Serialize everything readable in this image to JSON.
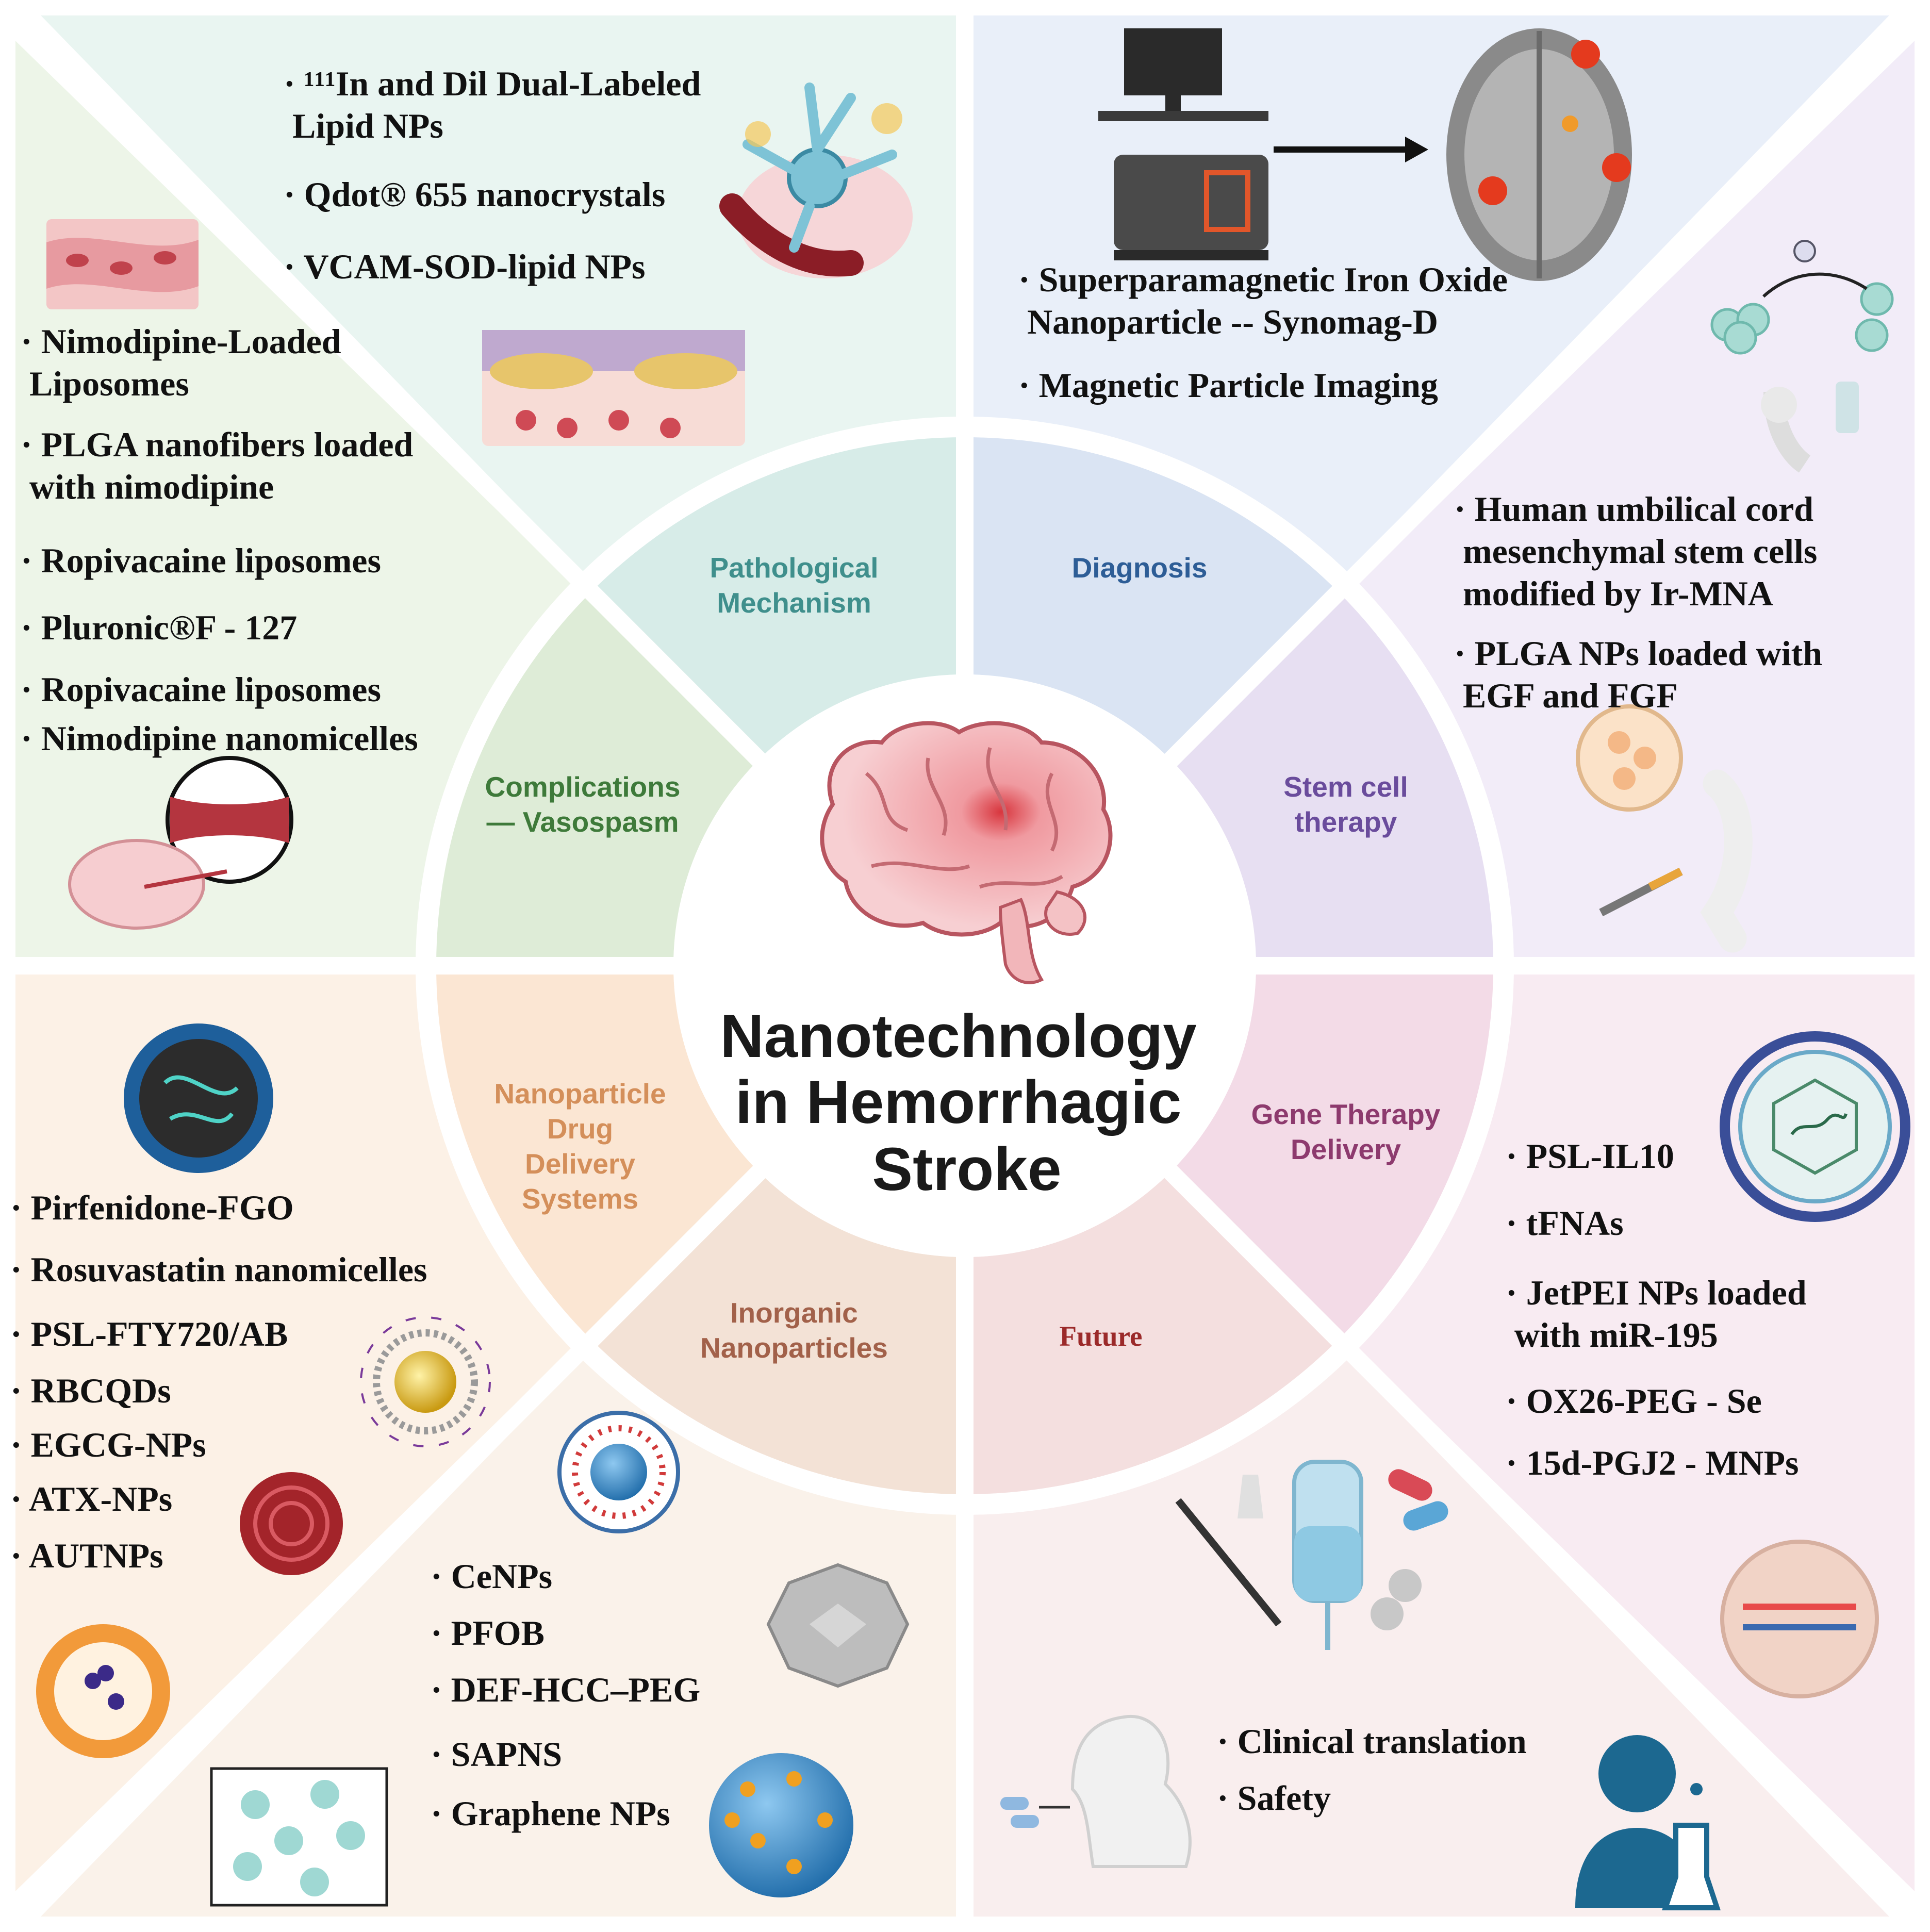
{
  "title_lines": [
    "Nanotechnology",
    "in Hemorrhagic",
    "Stroke"
  ],
  "sectors": {
    "pathological": {
      "lines": [
        "Pathological",
        "Mechanism"
      ],
      "color": "#3f8f8c"
    },
    "diagnosis": {
      "lines": [
        "Diagnosis"
      ],
      "color": "#2d5d96"
    },
    "stem": {
      "lines": [
        "Stem cell",
        "therapy"
      ],
      "color": "#6a4c9c"
    },
    "gene": {
      "lines": [
        "Gene Therapy",
        "Delivery"
      ],
      "color": "#8d3a6e"
    },
    "future": {
      "lines": [
        "Future"
      ],
      "color": "#9b2a2a"
    },
    "inorganic": {
      "lines": [
        "Inorganic",
        "Nanoparticles"
      ],
      "color": "#a2614a"
    },
    "nano_drug": {
      "lines": [
        "Nanoparticle",
        "Drug",
        "Delivery",
        "Systems"
      ],
      "color": "#d48f5a"
    },
    "complications": {
      "lines": [
        "Complications",
        "— Vasospasm"
      ],
      "color": "#3e7a3a"
    }
  },
  "panels": {
    "pathological": [
      [
        "· ¹¹¹In and Dil Dual-Labeled",
        "  Lipid NPs"
      ],
      [
        "· Qdot® 655 nanocrystals"
      ],
      [
        "· VCAM-SOD-lipid NPs"
      ]
    ],
    "diagnosis": [
      [
        "· Superparamagnetic Iron Oxide",
        "  Nanoparticle -- Synomag-D"
      ],
      [
        "· Magnetic Particle Imaging"
      ]
    ],
    "stem": [
      [
        "· Human umbilical cord",
        "  mesenchymal stem cells",
        "  modified by Ir-MNA"
      ],
      [
        "· PLGA NPs loaded with",
        "  EGF and FGF"
      ]
    ],
    "complications": [
      [
        "· Nimodipine-Loaded",
        "  Liposomes"
      ],
      [
        "· PLGA nanofibers loaded",
        "  with nimodipine"
      ],
      [
        "· Ropivacaine liposomes"
      ],
      [
        "· Pluronic®F - 127"
      ],
      [
        "· Ropivacaine liposomes"
      ],
      [
        "· Nimodipine nanomicelles"
      ]
    ],
    "nano_drug": [
      [
        "· Pirfenidone-FGO"
      ],
      [
        "· Rosuvastatin nanomicelles"
      ],
      [
        "· PSL-FTY720/AB"
      ],
      [
        "· RBCQDs"
      ],
      [
        "· EGCG-NPs"
      ],
      [
        "· ATX-NPs"
      ],
      [
        "· AUTNPs"
      ]
    ],
    "inorganic": [
      [
        "· CeNPs"
      ],
      [
        "· PFOB"
      ],
      [
        "· DEF-HCC–PEG"
      ],
      [
        "· SAPNS"
      ],
      [
        "· Graphene NPs"
      ]
    ],
    "gene": [
      [
        "· PSL-IL10"
      ],
      [
        "· tFNAs"
      ],
      [
        "· JetPEI NPs loaded",
        "  with  miR-195"
      ],
      [
        "· OX26-PEG - Se"
      ],
      [
        "· 15d-PGJ2 - MNPs"
      ]
    ],
    "future": [
      [
        "· Clinical translation"
      ],
      [
        "· Safety"
      ]
    ]
  },
  "colors": {
    "panel_pathological": "#e9f5f1",
    "panel_diagnosis": "#e9eff9",
    "panel_stem": "#f2ecf8",
    "panel_complications": "#edf5e8",
    "panel_nano_drug": "#fcf1e6",
    "panel_inorganic": "#faf2ea",
    "panel_gene": "#f8ebf2",
    "panel_future": "#f9eeee",
    "ring_pathological": "#d7ece8",
    "ring_diagnosis": "#dae4f3",
    "ring_stem": "#e7dff2",
    "ring_complications": "#deecd7",
    "ring_nano_drug": "#fbe6d3",
    "ring_inorganic": "#f3e2d6",
    "ring_gene": "#f3dbe7",
    "ring_future": "#f4dfdf"
  }
}
